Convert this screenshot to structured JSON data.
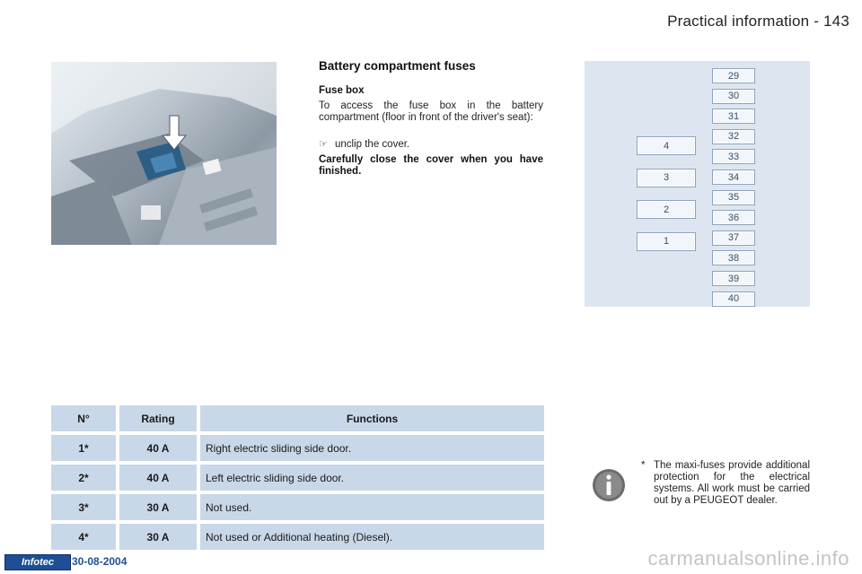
{
  "header": {
    "title": "Practical information - 143"
  },
  "section": {
    "title": "Battery compartment fuses",
    "subheading": "Fuse box",
    "body": "To access the fuse box in the battery compartment (floor in front of the driver's seat):",
    "bullet_icon": "pointing-hand-icon",
    "bullet": "unclip the cover.",
    "note": "Carefully close the cover when you have finished."
  },
  "fuse_diagram": {
    "small_fuses": [
      "29",
      "30",
      "31",
      "32",
      "33",
      "34",
      "35",
      "36",
      "37",
      "38",
      "39",
      "40"
    ],
    "large_fuses": [
      "4",
      "3",
      "2",
      "1"
    ]
  },
  "table": {
    "headers": {
      "number": "N°",
      "rating": "Rating",
      "functions": "Functions"
    },
    "rows": [
      {
        "number": "1*",
        "rating": "40 A",
        "function": "Right electric sliding side door."
      },
      {
        "number": "2*",
        "rating": "40 A",
        "function": "Left electric sliding side door."
      },
      {
        "number": "3*",
        "rating": "30 A",
        "function": "Not used."
      },
      {
        "number": "4*",
        "rating": "30 A",
        "function": "Not used or Additional heating (Diesel)."
      }
    ]
  },
  "info_note": {
    "star": "*",
    "text": "The maxi-fuses provide additional protection for the electrical systems. All work must be carried out by a PEUGEOT dealer."
  },
  "footer": {
    "logo": "Infotec",
    "date": "30-08-2004",
    "watermark": "carmanualsonline.info"
  },
  "colors": {
    "table_cell": "#c9d8e8",
    "fuse_panel": "#dde6f0",
    "brand_blue": "#1f4e96"
  }
}
